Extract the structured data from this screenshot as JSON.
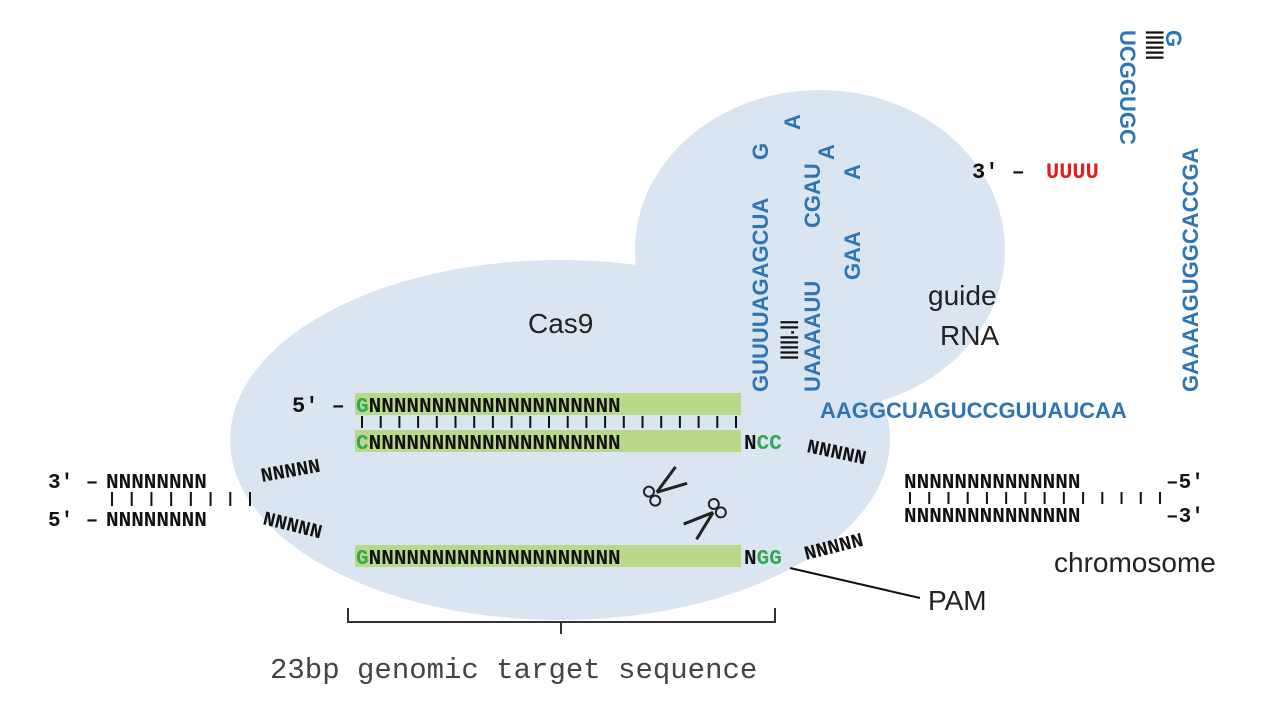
{
  "colors": {
    "cas9_fill": "#dbe5f1",
    "rna_blue": "#2e75b6",
    "pam_green": "#2fa84f",
    "target_highlight": "#b8d98a",
    "tail_red": "#e02020",
    "dna_black": "#111111"
  },
  "labels": {
    "cas9": "Cas9",
    "guide_line1": "guide",
    "guide_line2": "RNA",
    "chromosome": "chromosome",
    "pam": "PAM",
    "target_caption": "23bp genomic target sequence"
  },
  "strand_ends": {
    "guide_5": "5′ –",
    "tail_3": "3′ –",
    "dna_top_left": "3′ –",
    "dna_bottom_left": "5′ –",
    "dna_top_right": "–5′",
    "dna_bottom_right": "–3′"
  },
  "sequences": {
    "guide_first": "G",
    "guide_rest": "NNNNNNNNNNNNNNNNNNNN",
    "target_top_first": "C",
    "target_top_rest": "NNNNNNNNNNNNNNNNNNNN",
    "target_top_N": "N",
    "target_top_cc": "CC",
    "target_bottom_first": "G",
    "target_bottom_rest": "NNNNNNNNNNNNNNNNNNNN",
    "pam_n": "N",
    "pam_gg": "GG",
    "dna_flank_left_top": "NNNNNNNN",
    "dna_flank_left_bottom": "NNNNNNNN",
    "dna_bend_left_top": "NNNNN",
    "dna_bend_left_bottom": "NNNNN",
    "dna_bend_right_top": "NNNNN",
    "dna_bend_right_bottom": "NNNNN",
    "dna_flank_right_top": "NNNNNNNNNNNNNN",
    "dna_flank_right_bottom": "NNNNNNNNNNNNNN",
    "rna_horizontal": "AAGGCUAGUCCGUUAUCAA",
    "rna_vertical_left": "GUUUUAGAGCUA",
    "rna_loop_top": "G",
    "rna_loop_a1": "A",
    "rna_loop_a2": "A",
    "rna_loop_a3": "A",
    "rna_vertical_mid": "UAAAAUU",
    "rna_vertical_mid2": "CGAU",
    "rna_vertical_gaa": "GAA",
    "rna_right_stem": "GAAAAGUGGCACCGA",
    "rna_right_top": "G",
    "rna_right_inner": "UCGGUGC",
    "rna_tail": "UUUU",
    "basepair_mid_marks": "|||||.||",
    "basepair_right_marks": "||||||"
  }
}
